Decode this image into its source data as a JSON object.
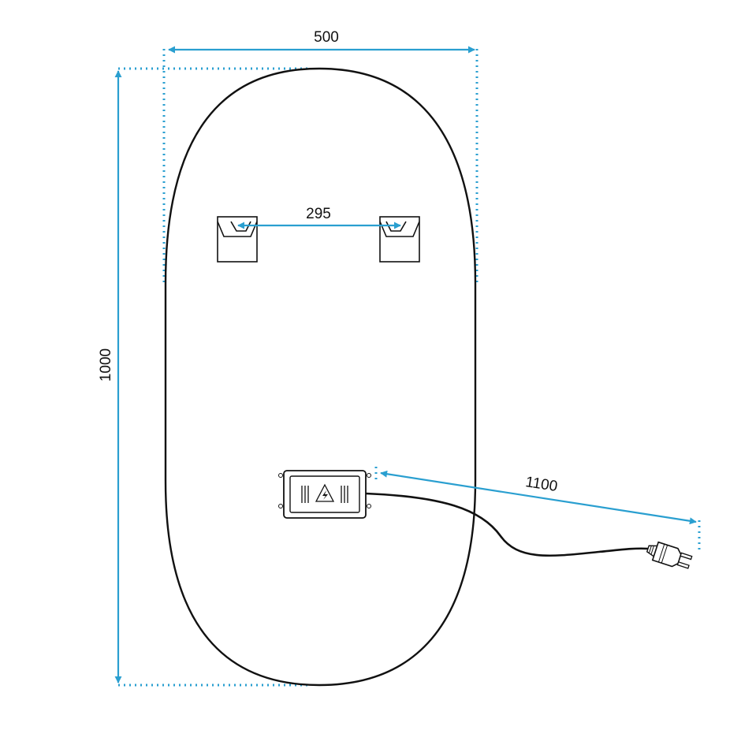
{
  "dimensions": {
    "width_label": "500",
    "height_label": "1000",
    "bracket_spacing_label": "295",
    "cable_length_label": "1100"
  },
  "colors": {
    "outline": "#111111",
    "dimension_line": "#2a9fd0",
    "background": "#ffffff"
  },
  "icons": {
    "driver_box": "lightning-bolt-warning-icon",
    "plug": "power-plug-icon"
  }
}
